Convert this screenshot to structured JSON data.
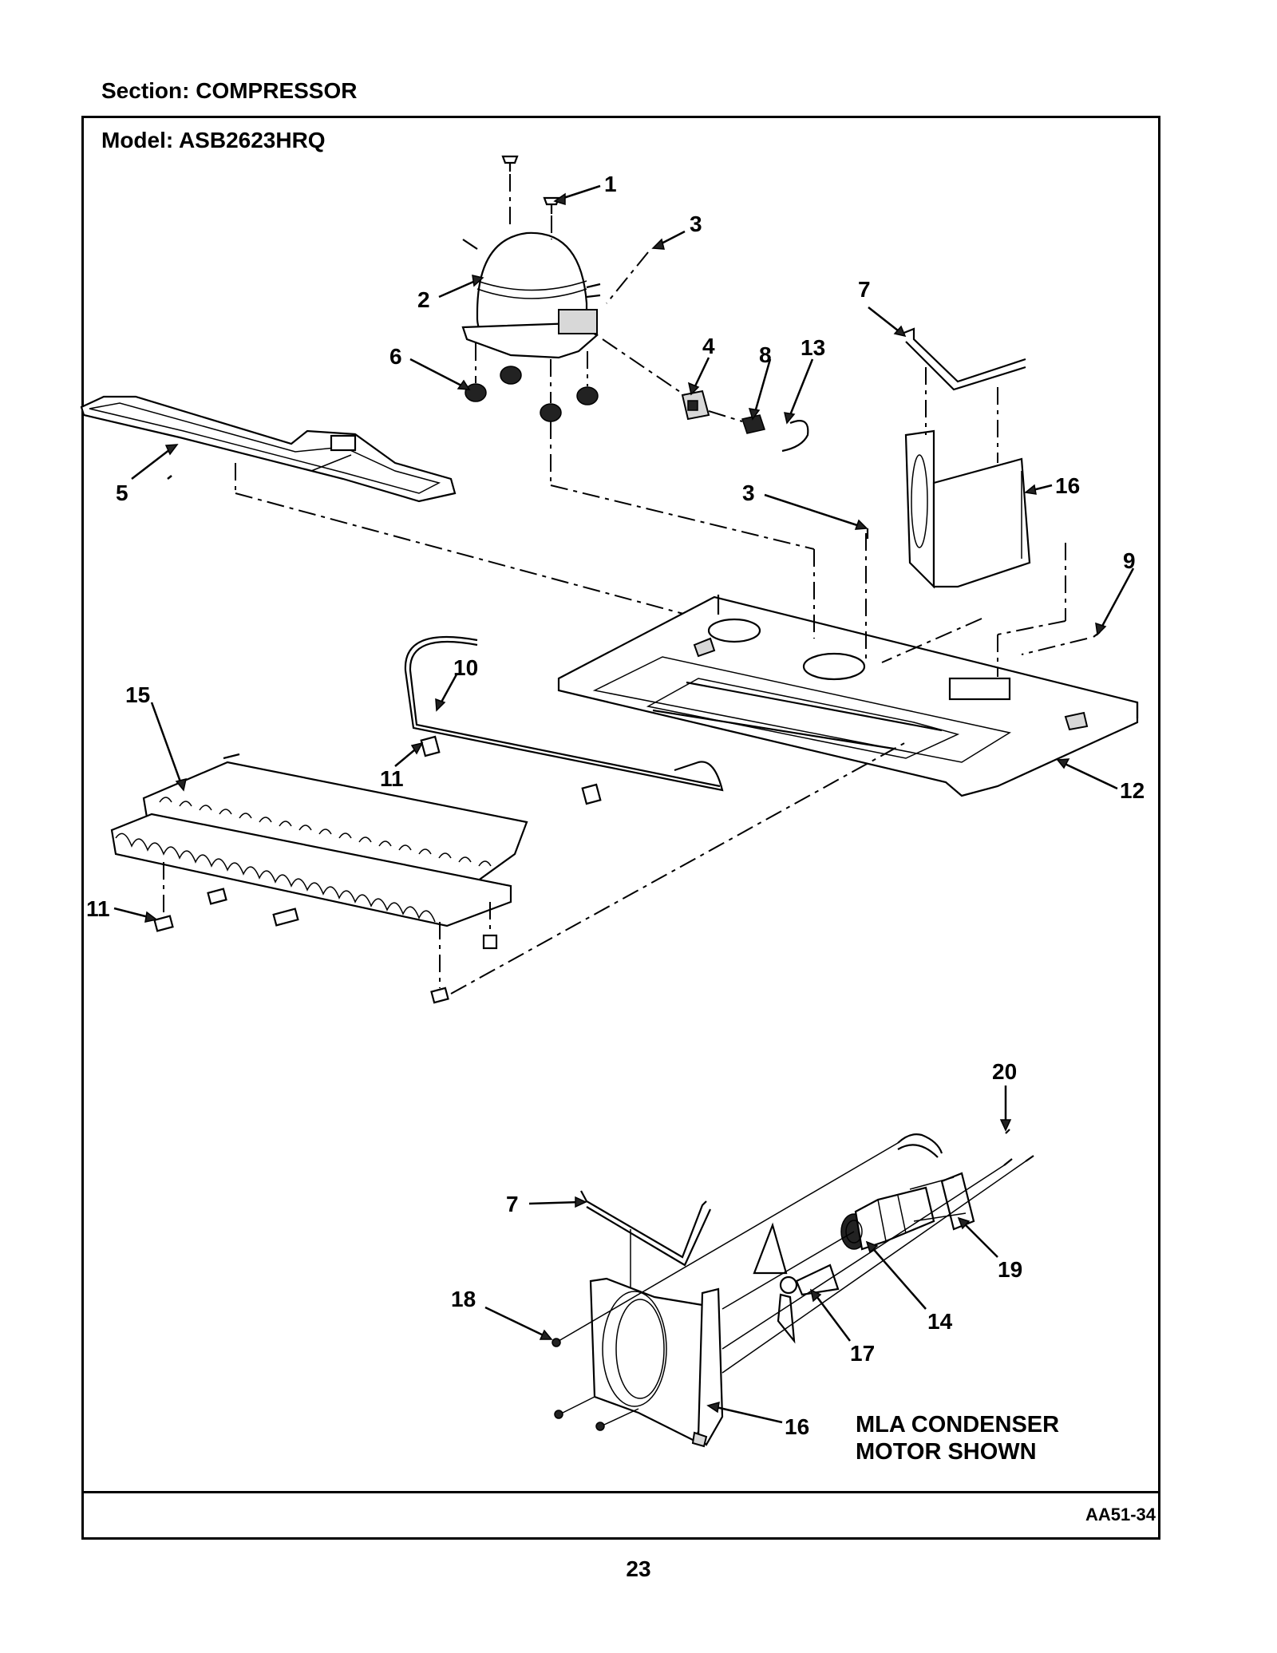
{
  "header": {
    "section": "Section:  COMPRESSOR",
    "model": "Model:  ASB2623HRQ"
  },
  "callouts": {
    "c1": "1",
    "c2": "2",
    "c3a": "3",
    "c3b": "3",
    "c4": "4",
    "c5": "5",
    "c6": "6",
    "c7a": "7",
    "c7b": "7",
    "c8": "8",
    "c9": "9",
    "c10": "10",
    "c11a": "11",
    "c11b": "11",
    "c12": "12",
    "c13": "13",
    "c14": "14",
    "c15": "15",
    "c16a": "16",
    "c16b": "16",
    "c17": "17",
    "c18": "18",
    "c19": "19",
    "c20": "20"
  },
  "note": {
    "line1": "MLA CONDENSER",
    "line2": "MOTOR SHOWN"
  },
  "footer": {
    "drawing_id": "AA51-34",
    "page_number": "23"
  }
}
